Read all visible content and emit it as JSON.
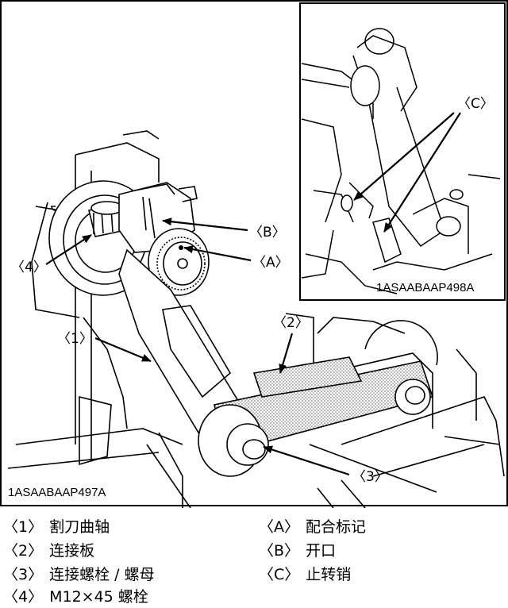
{
  "figure": {
    "main_code": "1ASAABAAP497A",
    "inset_code": "1ASAABAAP498A",
    "callouts": {
      "c1": "〈1〉",
      "c2": "〈2〉",
      "c3": "〈3〉",
      "c4": "〈4〉",
      "cA": "〈A〉",
      "cB": "〈B〉",
      "cC": "〈C〉"
    }
  },
  "legend": {
    "left": [
      {
        "num": "〈1〉",
        "text": "割刀曲轴"
      },
      {
        "num": "〈2〉",
        "text": "连接板"
      },
      {
        "num": "〈3〉",
        "text": "连接螺栓 / 螺母"
      },
      {
        "num": "〈4〉",
        "text": "M12×45 螺栓"
      }
    ],
    "right": [
      {
        "num": "〈A〉",
        "text": "配合标记"
      },
      {
        "num": "〈B〉",
        "text": "开口"
      },
      {
        "num": "〈C〉",
        "text": "止转销"
      }
    ]
  }
}
